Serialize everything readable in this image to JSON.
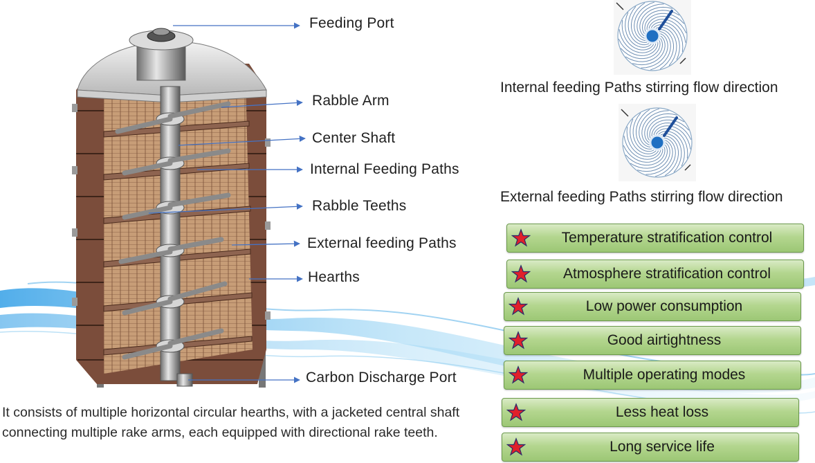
{
  "labels": {
    "feeding_port": "Feeding Port",
    "rabble_arm": "Rabble Arm",
    "center_shaft": "Center Shaft",
    "internal_feeding_paths": "Internal Feeding Paths",
    "rabble_teeths": "Rabble Teeths",
    "external_feeding_paths": "External feeding Paths",
    "hearths": "Hearths",
    "carbon_discharge_port": "Carbon Discharge Port"
  },
  "flow": {
    "internal_caption": "Internal feeding Paths stirring flow direction",
    "external_caption": "External feeding Paths stirring flow direction"
  },
  "features": [
    "Temperature stratification control",
    "Atmosphere stratification control",
    "Low power consumption",
    "Good airtightness",
    "Multiple operating modes",
    "Less heat loss",
    "Long service life"
  ],
  "description": "It consists of multiple horizontal circular hearths, with a jacketed central shaft connecting multiple rake arms, each equipped with directional rake teeth.",
  "colors": {
    "arrow": "#4472c4",
    "feature_fill": "#a9cf85",
    "feature_border": "#6c9a4c",
    "star": "#e0202a",
    "wave": "#5bb0e6",
    "furnace_brick": "#8a5a45",
    "hearth_tile": "#c79d77"
  }
}
